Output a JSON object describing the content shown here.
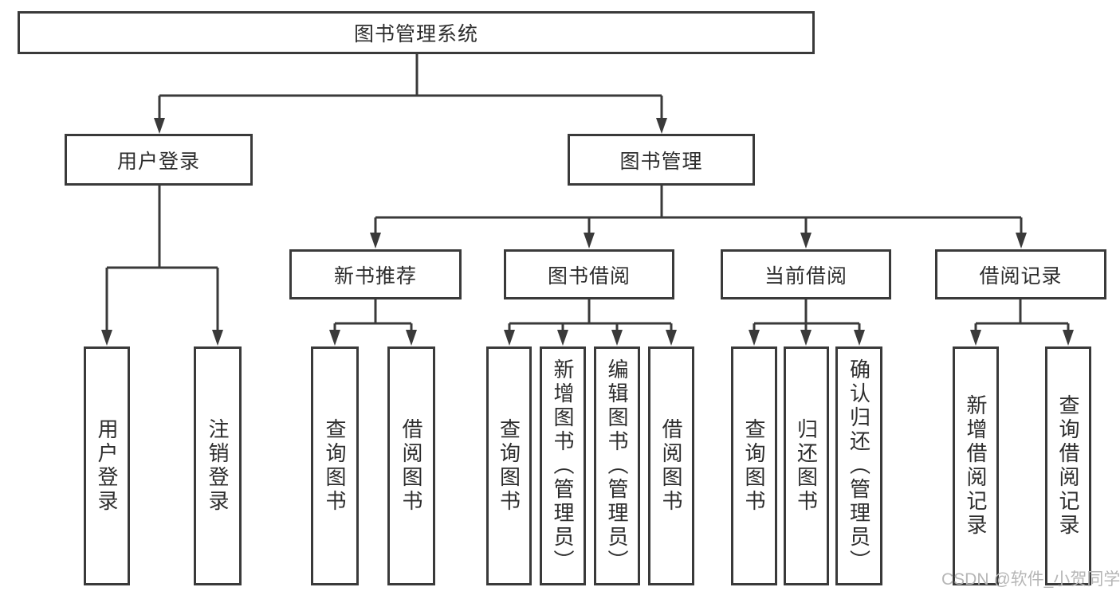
{
  "nodes": {
    "root": "图书管理系统",
    "level1": [
      "用户登录",
      "图书管理"
    ],
    "level2": [
      "新书推荐",
      "图书借阅",
      "当前借阅",
      "借阅记录"
    ],
    "login_children": [
      "用户登录",
      "注销登录"
    ],
    "newbook_children": [
      "查询图书",
      "借阅图书"
    ],
    "borrow_children": [
      "查询图书",
      "新增图书（管理员）",
      "编辑图书（管理员）",
      "借阅图书"
    ],
    "current_children": [
      "查询图书",
      "归还图书",
      "确认归还（管理员）"
    ],
    "record_children": [
      "新增借阅记录",
      "查询借阅记录"
    ]
  },
  "watermark": "CSDN @软件_小贺同学",
  "colors": {
    "line": "#3a3a3a",
    "text": "#2d2d2d",
    "watermark": "#b6b6b6",
    "background": "#ffffff"
  }
}
